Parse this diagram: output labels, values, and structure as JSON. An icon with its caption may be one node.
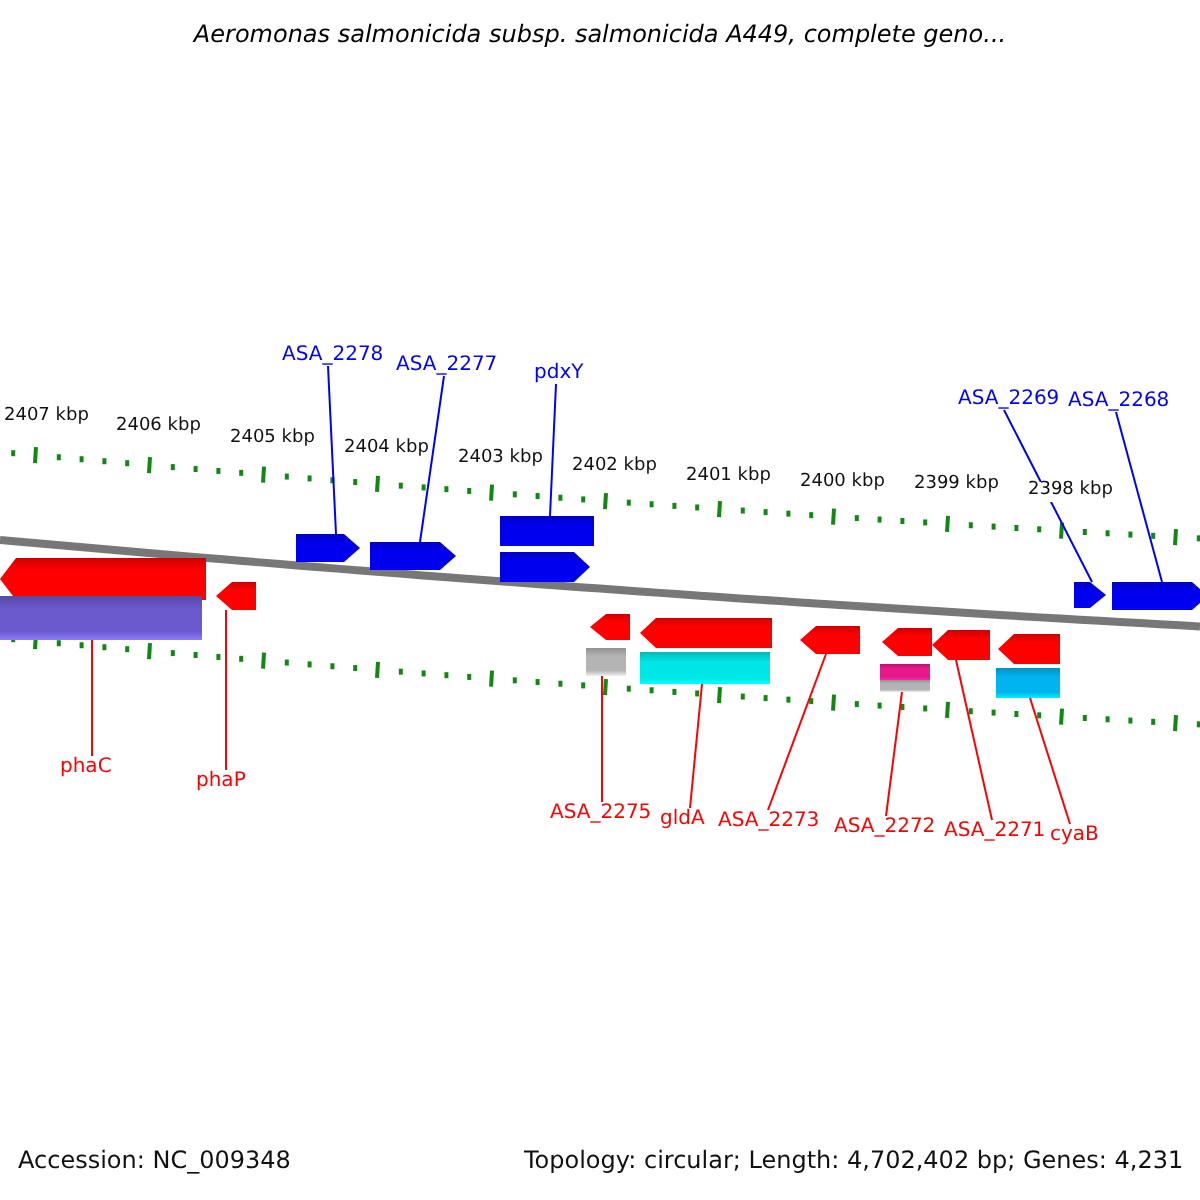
{
  "diagram": {
    "title": "Aeromonas salmonicida subsp. salmonicida A449, complete geno...",
    "nodes": [
      {
        "text": [
          "ASA_2278"
        ]
      },
      {
        "text": [
          "ASA_2277"
        ]
      },
      {
        "text": [
          "pdxY"
        ]
      },
      {
        "text": [
          "ASA_2269"
        ]
      },
      {
        "text": [
          "ASA_2268"
        ]
      },
      {
        "text": [],
        "shape": "arrow"
      },
      {
        "text": [],
        "shape": "arrow"
      },
      {
        "text": [],
        "shape": "bar"
      },
      {
        "text": [],
        "shape": "arrow"
      },
      {
        "text": [],
        "shape": "arrow"
      },
      {
        "text": [],
        "shape": "bar"
      },
      {
        "text": [],
        "shape": "arrow"
      },
      {
        "text": [],
        "shape": "arrow"
      },
      {
        "text": [],
        "shape": "bar"
      },
      {
        "text": [],
        "shape": "arrow"
      },
      {
        "text": [],
        "shape": "bar"
      },
      {
        "text": [],
        "shape": "arrow"
      },
      {
        "text": [],
        "shape": "arrow"
      },
      {
        "text": [],
        "shape": "bar"
      },
      {
        "text": [],
        "shape": "bar"
      },
      {
        "text": [],
        "shape": "arrow"
      },
      {
        "text": [],
        "shape": "arrow"
      },
      {
        "text": [],
        "shape": "bar"
      },
      {
        "text": [],
        "shape": "arrow"
      },
      {
        "text": [],
        "shape": "arrow"
      },
      {
        "text": [
          "phaC"
        ]
      },
      {
        "text": [
          "phaP"
        ]
      },
      {
        "text": [
          "ASA_2275"
        ]
      },
      {
        "text": [
          "gldA"
        ]
      },
      {
        "text": [
          "ASA_2273"
        ]
      },
      {
        "text": [
          "ASA_2272"
        ]
      },
      {
        "text": [
          "ASA_2271"
        ]
      },
      {
        "text": [
          "cyaB"
        ]
      }
    ],
    "edges": [
      {
        "from": 0,
        "to": 5,
        "arrow": "none",
        "color": "#0000ff"
      },
      {
        "from": 1,
        "to": 6,
        "arrow": "none",
        "color": "#0000ff"
      },
      {
        "from": 2,
        "to": 7,
        "arrow": "none",
        "color": "#0000ff"
      },
      {
        "from": 3,
        "to": 23,
        "arrow": "none",
        "color": "#0000ff"
      },
      {
        "from": 4,
        "to": 24,
        "arrow": "none",
        "color": "#0000ff"
      },
      {
        "from": 25,
        "to": 10,
        "arrow": "none"
      },
      {
        "from": 26,
        "to": 11,
        "arrow": "none"
      },
      {
        "from": 27,
        "to": 13,
        "arrow": "none"
      },
      {
        "from": 28,
        "to": 15,
        "arrow": "none"
      },
      {
        "from": 29,
        "to": 16,
        "arrow": "none"
      },
      {
        "from": 30,
        "to": 19,
        "arrow": "none"
      },
      {
        "from": 31,
        "to": 20,
        "arrow": "none"
      },
      {
        "from": 32,
        "to": 22,
        "arrow": "none"
      }
    ],
    "labels": [
      "2407 kbp",
      "2406 kbp",
      "2405 kbp",
      "2404 kbp",
      "2403 kbp",
      "2402 kbp",
      "2401 kbp",
      "2400 kbp",
      "2399 kbp",
      "2398 kbp",
      "Accession: NC_009348",
      "Topology: circular; Length: 4,702,402 bp; Genes: 4,231"
    ]
  }
}
